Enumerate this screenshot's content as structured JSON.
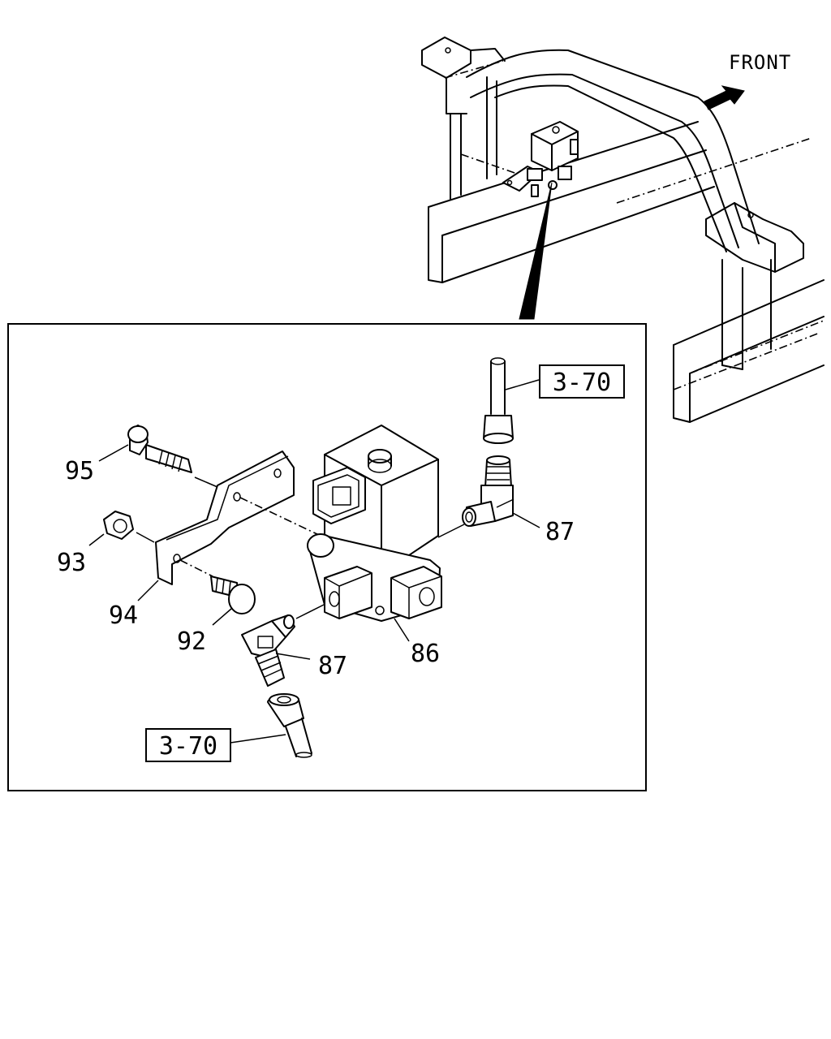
{
  "orientation": {
    "label": "FRONT"
  },
  "callouts": {
    "c95": "95",
    "c93": "93",
    "c94": "94",
    "c92": "92",
    "c87_upper": "87",
    "c87_lower": "87",
    "c86": "86"
  },
  "references": {
    "upper": "3-70",
    "lower": "3-70"
  }
}
